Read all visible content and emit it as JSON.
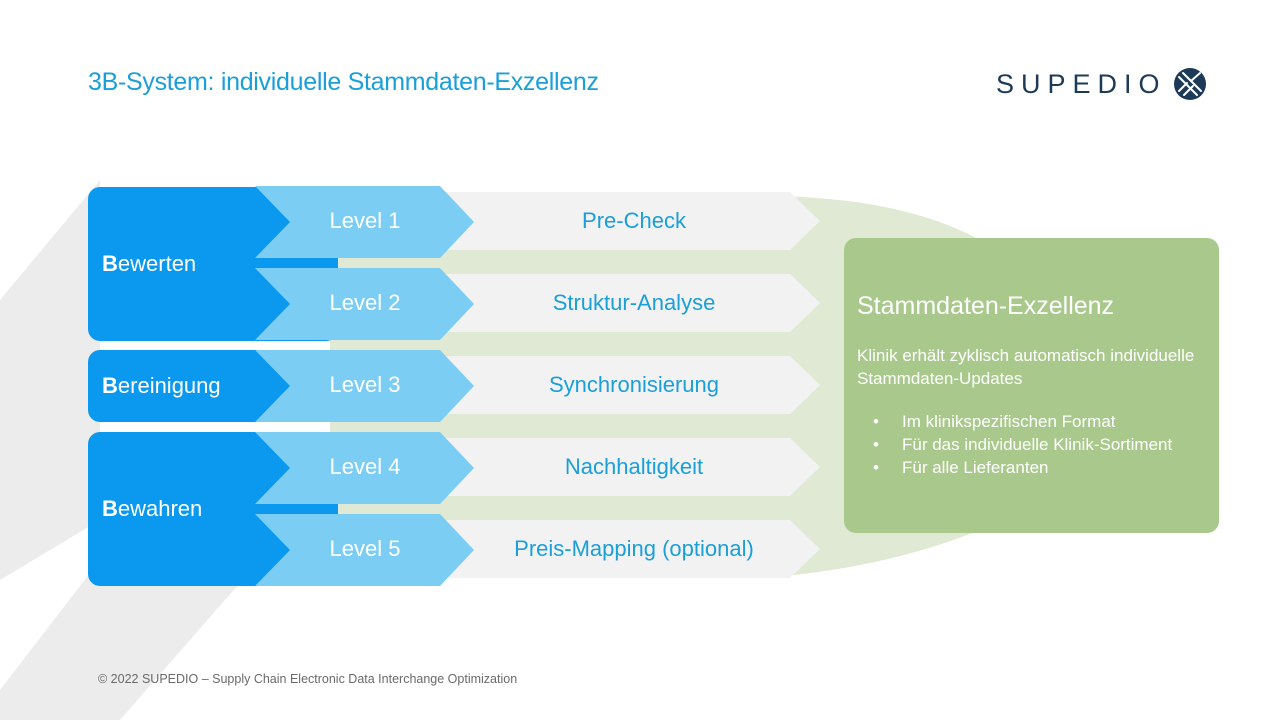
{
  "title": "3B-System: individuelle Stammdaten-Exzellenz",
  "logo": {
    "text": "SUPEDIO",
    "color": "#1d3a56"
  },
  "colors": {
    "group_blue": "#0a99ee",
    "level_blue": "#7ccdf3",
    "step_gray": "#f2f2f2",
    "green_box": "#a9c98c",
    "green_fan": "#dfe9d3",
    "accent_text": "#1a9fd9"
  },
  "groups": [
    {
      "initial": "B",
      "rest": "ewerten"
    },
    {
      "initial": "B",
      "rest": "ereinigung"
    },
    {
      "initial": "B",
      "rest": "ewahren"
    }
  ],
  "levels": [
    "Level 1",
    "Level 2",
    "Level 3",
    "Level 4",
    "Level 5"
  ],
  "steps": [
    "Pre-Check",
    "Struktur-Analyse",
    "Synchronisierung",
    "Nachhaltigkeit",
    "Preis-Mapping (optional)"
  ],
  "result": {
    "title": "Stammdaten-Exzellenz",
    "text": "Klinik erhält zyklisch automatisch individuelle Stammdaten-Updates",
    "bullets": [
      "Im klinikspezifischen Format",
      "Für das individuelle Klinik-Sortiment",
      "Für alle Lieferanten"
    ]
  },
  "footer": "© 2022 SUPEDIO – Supply Chain Electronic Data Interchange Optimization"
}
